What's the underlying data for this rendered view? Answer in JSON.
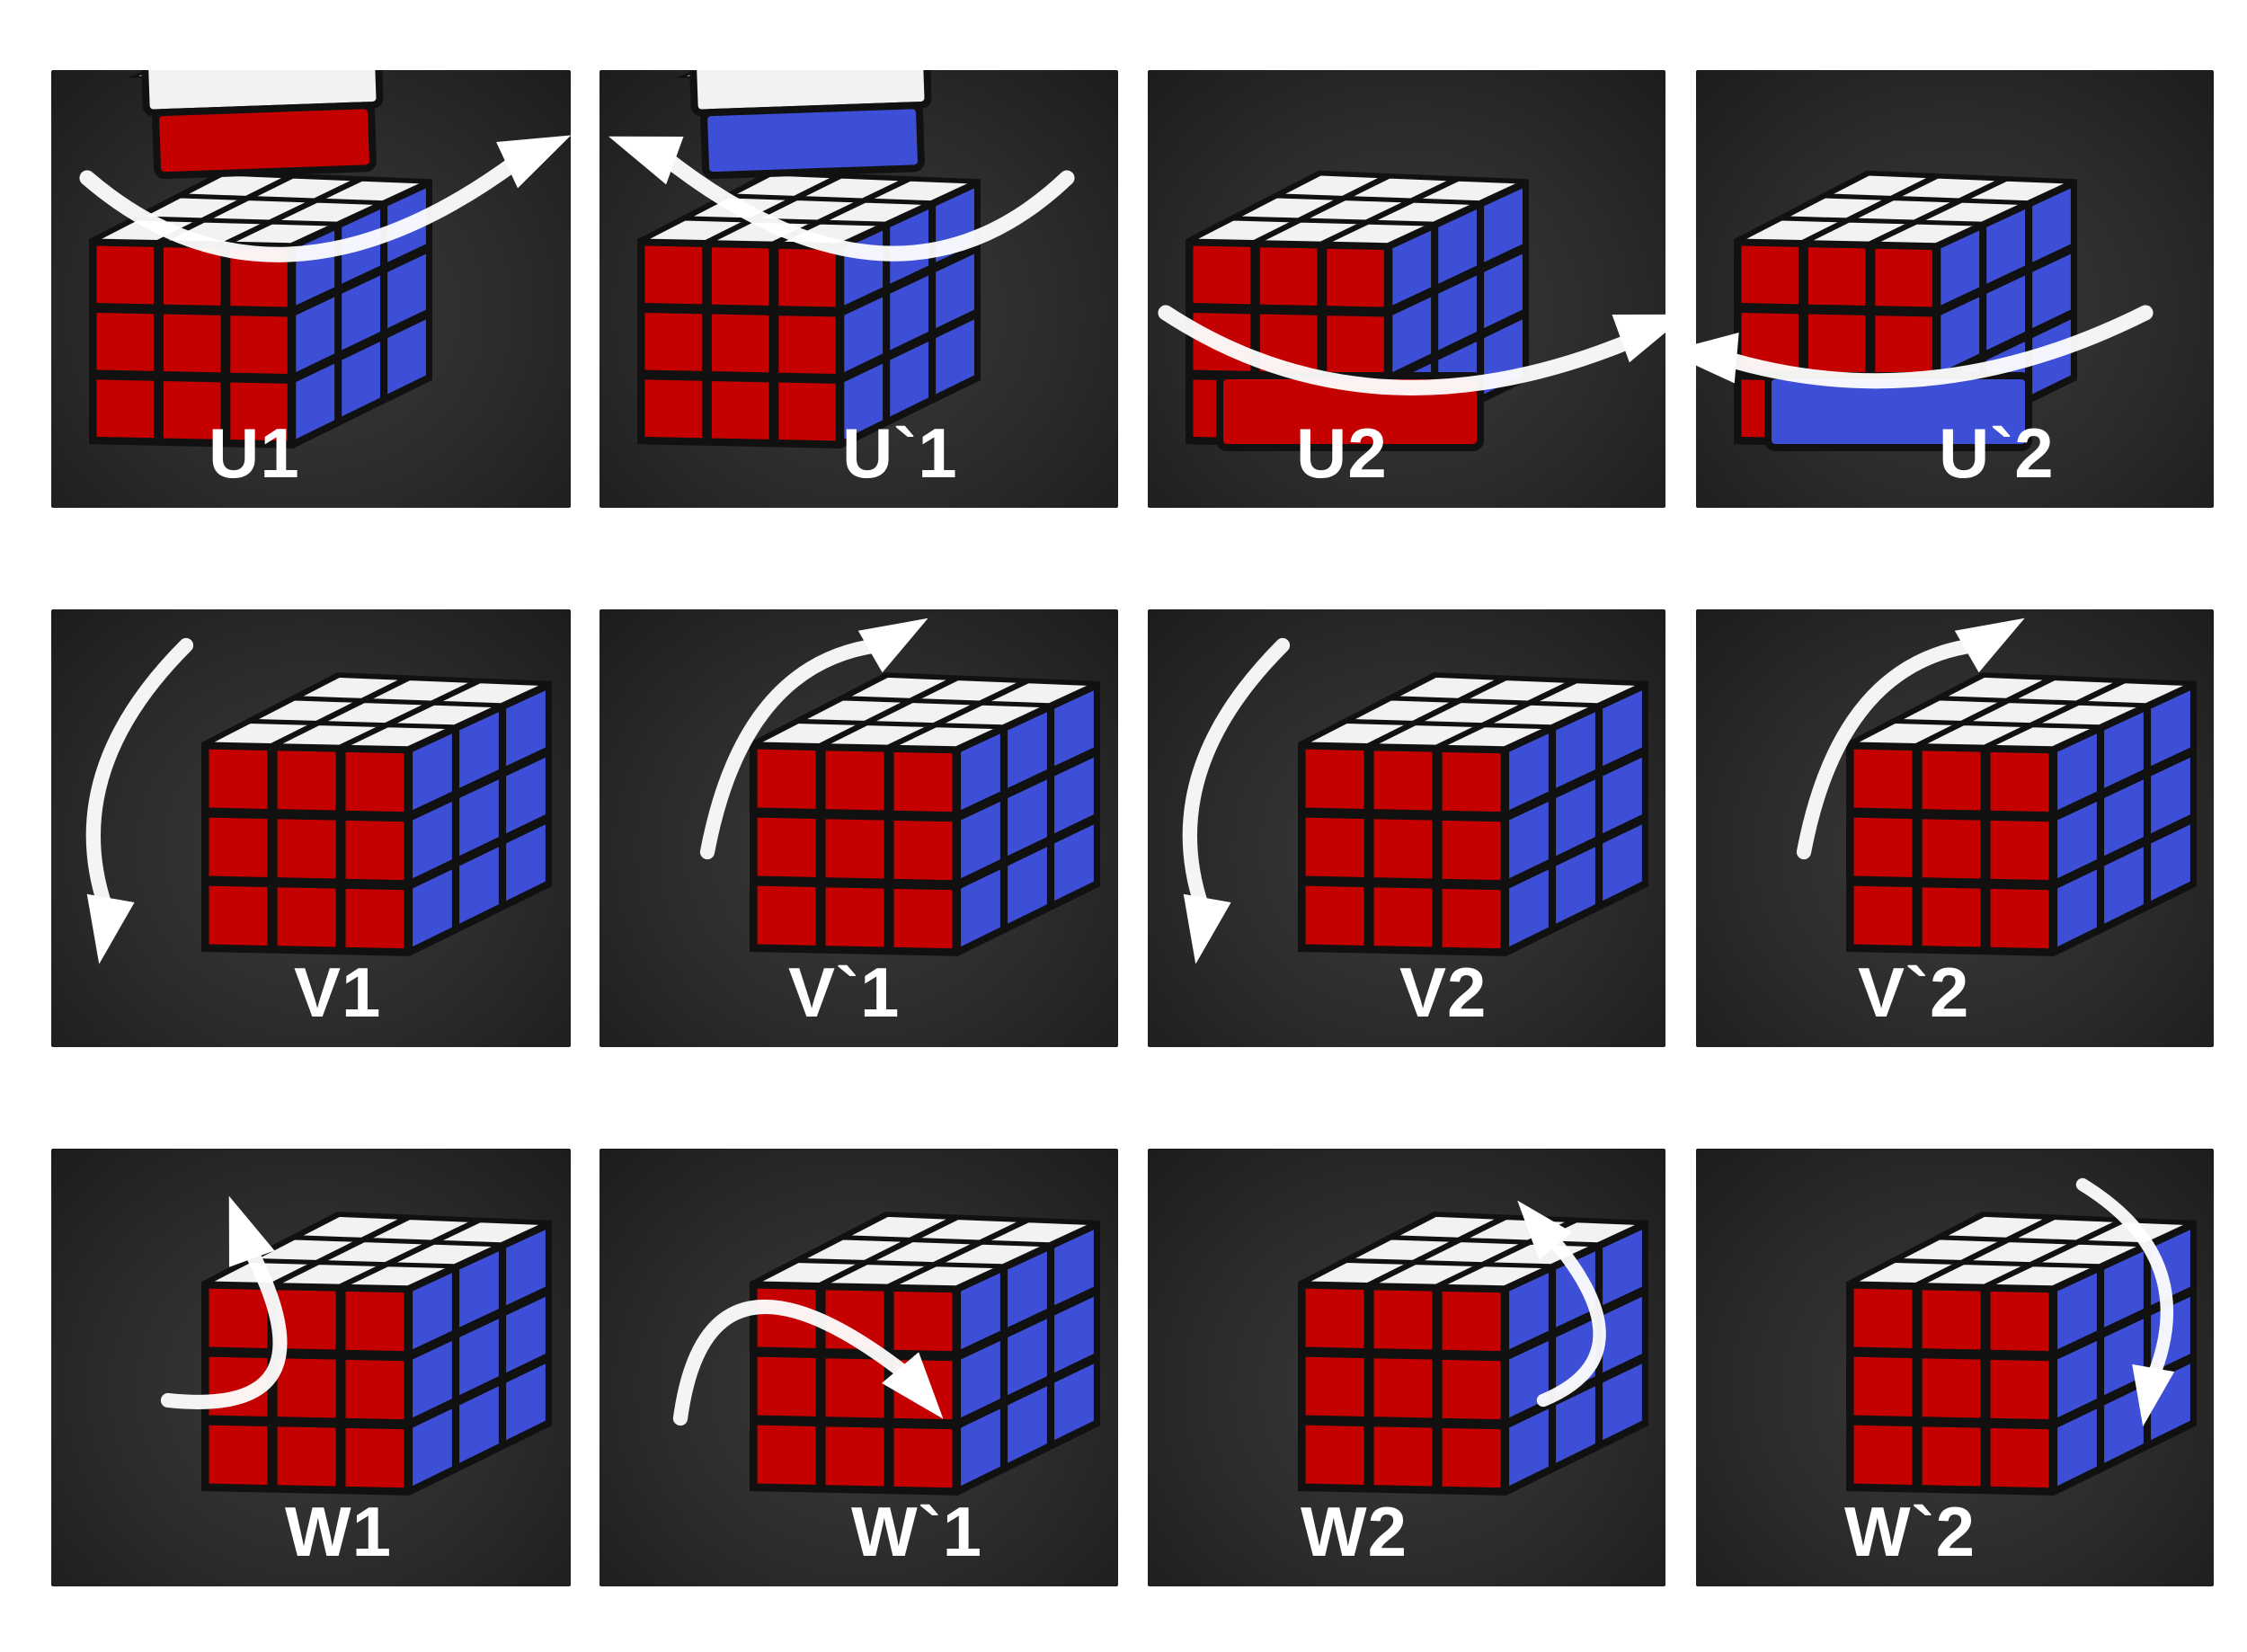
{
  "colors": {
    "red": "#c40000",
    "blue": "#3d4fd6",
    "white": "#f2f2f2",
    "yellow": "#f5c000",
    "cube_body": "#111111",
    "tile_background": "#2b2b2b",
    "arrow": "#ffffff"
  },
  "moves": [
    {
      "label": "U1",
      "icons": [
        "rubiks-cube-icon",
        "rotation-arrow-icon"
      ]
    },
    {
      "label": "U`1",
      "icons": [
        "rubiks-cube-icon",
        "rotation-arrow-icon"
      ]
    },
    {
      "label": "U2",
      "icons": [
        "rubiks-cube-icon",
        "rotation-arrow-icon"
      ]
    },
    {
      "label": "U`2",
      "icons": [
        "rubiks-cube-icon",
        "rotation-arrow-icon"
      ]
    },
    {
      "label": "V1",
      "icons": [
        "rubiks-cube-icon",
        "rotation-arrow-icon"
      ]
    },
    {
      "label": "V`1",
      "icons": [
        "rubiks-cube-icon",
        "rotation-arrow-icon"
      ]
    },
    {
      "label": "V2",
      "icons": [
        "rubiks-cube-icon",
        "rotation-arrow-icon"
      ]
    },
    {
      "label": "V`2",
      "icons": [
        "rubiks-cube-icon",
        "rotation-arrow-icon"
      ]
    },
    {
      "label": "W1",
      "icons": [
        "rubiks-cube-icon",
        "rotation-arrow-icon"
      ]
    },
    {
      "label": "W`1",
      "icons": [
        "rubiks-cube-icon",
        "rotation-arrow-icon"
      ]
    },
    {
      "label": "W2",
      "icons": [
        "rubiks-cube-icon",
        "rotation-arrow-icon"
      ]
    },
    {
      "label": "W`2",
      "icons": [
        "rubiks-cube-icon",
        "rotation-arrow-icon"
      ]
    }
  ]
}
